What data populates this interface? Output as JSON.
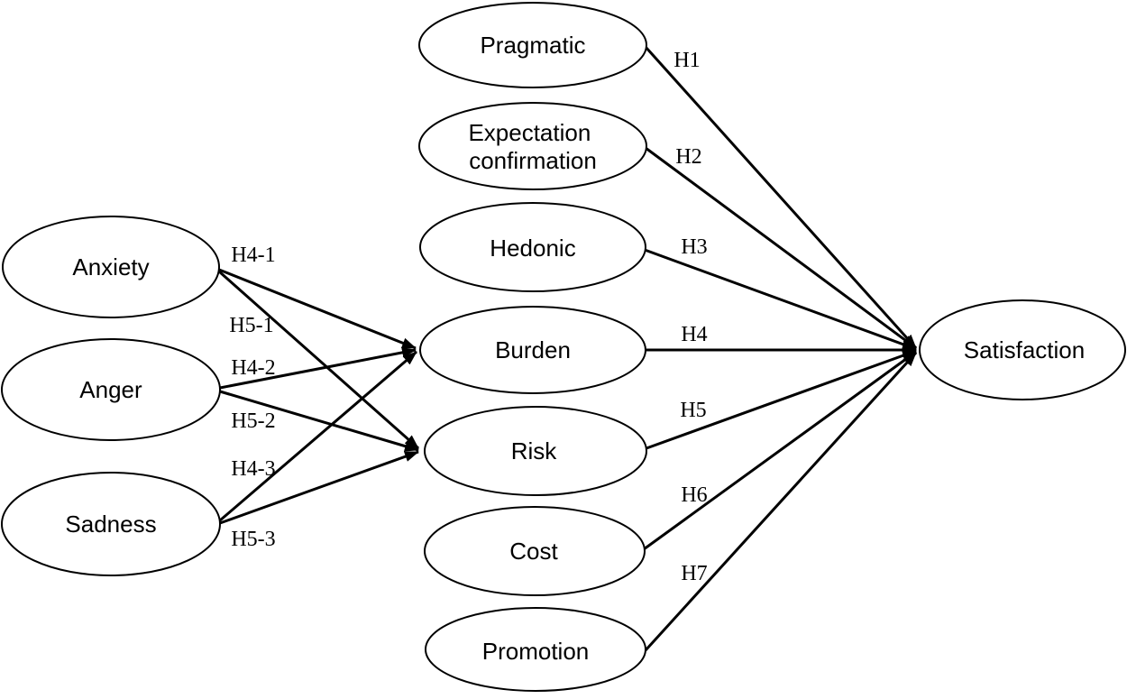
{
  "diagram": {
    "nodes": {
      "anxiety": {
        "label": "Anxiety"
      },
      "anger": {
        "label": "Anger"
      },
      "sadness": {
        "label": "Sadness"
      },
      "pragmatic": {
        "label": "Pragmatic"
      },
      "expectation_confirmation": {
        "label": "Expectation confirmation",
        "line1": "Expectation",
        "line2": "confirmation"
      },
      "hedonic": {
        "label": "Hedonic"
      },
      "burden": {
        "label": "Burden"
      },
      "risk": {
        "label": "Risk"
      },
      "cost": {
        "label": "Cost"
      },
      "promotion": {
        "label": "Promotion"
      },
      "satisfaction": {
        "label": "Satisfaction"
      }
    },
    "edges": {
      "h1": {
        "label": "H1",
        "from": "pragmatic",
        "to": "satisfaction"
      },
      "h2": {
        "label": "H2",
        "from": "expectation_confirmation",
        "to": "satisfaction"
      },
      "h3": {
        "label": "H3",
        "from": "hedonic",
        "to": "satisfaction"
      },
      "h4": {
        "label": "H4",
        "from": "burden",
        "to": "satisfaction"
      },
      "h5": {
        "label": "H5",
        "from": "risk",
        "to": "satisfaction"
      },
      "h6": {
        "label": "H6",
        "from": "cost",
        "to": "satisfaction"
      },
      "h7": {
        "label": "H7",
        "from": "promotion",
        "to": "satisfaction"
      },
      "h4_1": {
        "label": "H4-1",
        "from": "anxiety",
        "to": "burden"
      },
      "h5_1": {
        "label": "H5-1",
        "from": "anxiety",
        "to": "risk"
      },
      "h4_2": {
        "label": "H4-2",
        "from": "anger",
        "to": "burden"
      },
      "h5_2": {
        "label": "H5-2",
        "from": "anger",
        "to": "risk"
      },
      "h4_3": {
        "label": "H4-3",
        "from": "sadness",
        "to": "burden"
      },
      "h5_3": {
        "label": "H5-3",
        "from": "sadness",
        "to": "risk"
      }
    },
    "colors": {
      "line": "#000000",
      "node_fill": "#ffffff",
      "text": "#000000",
      "background": "#ffffff"
    }
  }
}
